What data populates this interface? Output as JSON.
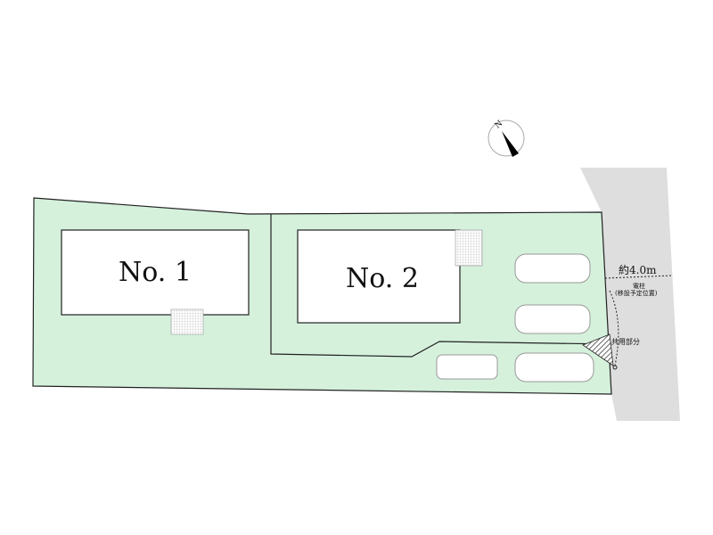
{
  "compass": {
    "label": "N"
  },
  "lots": [
    {
      "label": "No. 1"
    },
    {
      "label": "No. 2"
    }
  ],
  "road": {
    "width_label": "約4.0m"
  },
  "pole": {
    "label": "電柱",
    "note": "(移設予定位置)"
  },
  "shared": {
    "label": "共用部分"
  },
  "colors": {
    "lot": "#d5f1dc",
    "road": "#dedede",
    "house": "#ffffff"
  }
}
